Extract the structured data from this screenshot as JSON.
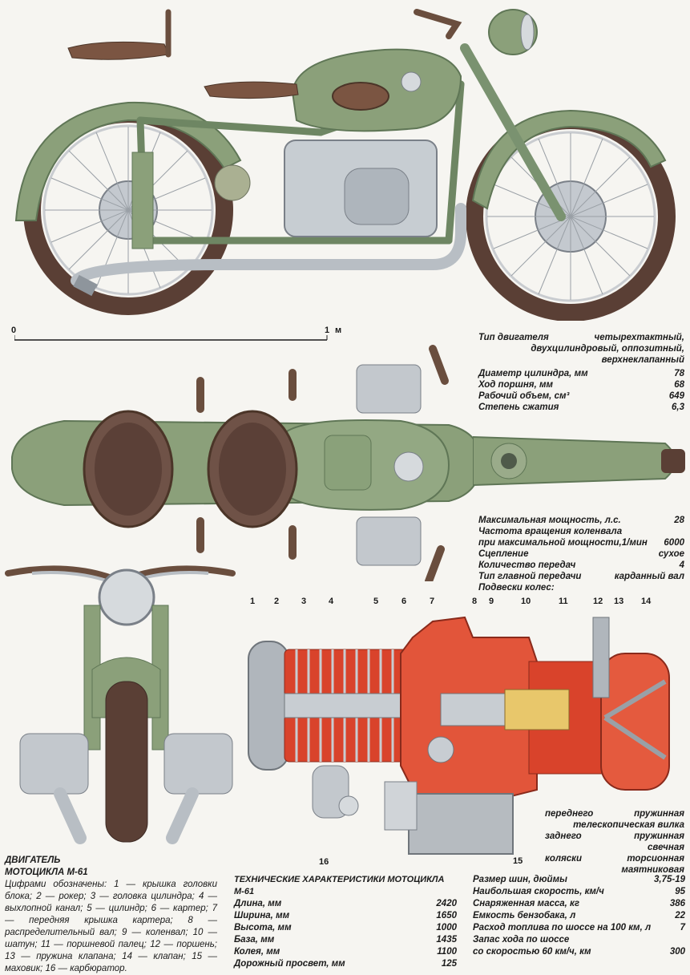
{
  "scale": {
    "zero": "0",
    "one": "1",
    "unit": "м"
  },
  "engine_specs": {
    "type_label": "Тип двигателя",
    "type_line1": "четырехтактный,",
    "type_line2": "двухцилиндровый, оппозитный,",
    "type_line3": "верхнеклапанный",
    "rows": [
      {
        "k": "Диаметр цилиндра, мм",
        "v": "78"
      },
      {
        "k": "Ход поршня, мм",
        "v": "68"
      },
      {
        "k": "Рабочий объем, см³",
        "v": "649"
      },
      {
        "k": "Степень сжатия",
        "v": "6,3"
      }
    ]
  },
  "power_specs": {
    "power_k": "Максимальная мощность, л.с.",
    "power_v": "28",
    "rpm_line1": "Частота вращения коленвала",
    "rpm_k": "при максимальной мощности,1/мин",
    "rpm_v": "6000",
    "rows": [
      {
        "k": "Сцепление",
        "v": "сухое"
      },
      {
        "k": "Количество передач",
        "v": "4"
      },
      {
        "k": "Тип главной передачи",
        "v": "карданный вал"
      }
    ],
    "suspension": "Подвески колес:"
  },
  "suspension": {
    "front_k": "переднего",
    "front_v": "пружинная",
    "front_2": "телескопическая вилка",
    "rear_k": "заднего",
    "rear_v": "пружинная",
    "rear_2": "свечная",
    "side_k": "коляски",
    "side_v": "торсионная",
    "side_2": "маятниковая"
  },
  "engine_numbers": {
    "top": [
      "1",
      "2",
      "3",
      "4",
      "5",
      "6",
      "7",
      "8",
      "9",
      "10",
      "11",
      "12",
      "13",
      "14"
    ],
    "bottom_16": "16",
    "bottom_15": "15"
  },
  "legend": {
    "title1": "ДВИГАТЕЛЬ",
    "title2": "МОТОЦИКЛА М-61",
    "text": "Цифрами обозначены: 1 — крышка головки блока; 2 — рокер; 3 — головка цилиндра; 4 — выхлопной канал; 5 — цилиндр; 6 — картер; 7 — передняя крышка картера; 8 — распределительный вал; 9 — коленвал; 10 — шатун; 11 — поршневой палец; 12 — поршень; 13 — пружина клапана; 14 — клапан; 15 — маховик; 16 — карбюратор."
  },
  "tech": {
    "title": "ТЕХНИЧЕСКИЕ ХАРАКТЕРИСТИКИ МОТОЦИКЛА М-61",
    "rows": [
      {
        "k": "Длина, мм",
        "v": "2420"
      },
      {
        "k": "Ширина, мм",
        "v": "1650"
      },
      {
        "k": "Высота, мм",
        "v": "1000"
      },
      {
        "k": "База, мм",
        "v": "1435"
      },
      {
        "k": "Колея, мм",
        "v": "1100"
      },
      {
        "k": "Дорожный просвет, мм",
        "v": "125"
      }
    ]
  },
  "perf": {
    "rows": [
      {
        "k": "Размер шин, дюймы",
        "v": "3,75-19"
      },
      {
        "k": "Наибольшая скорость, км/ч",
        "v": "95"
      },
      {
        "k": "Снаряженная масса, кг",
        "v": "386"
      },
      {
        "k": "Емкость бензобака, л",
        "v": "22"
      },
      {
        "k": "Расход топлива по шоссе на 100 км, л",
        "v": "7"
      }
    ],
    "range_line1": "Запас хода по шоссе",
    "range_k": "со скоростью 60 км/ч, км",
    "range_v": "300"
  },
  "colors": {
    "green": "#8ba07a",
    "green_dark": "#5f7656",
    "red": "#d9432b",
    "tire": "#5a3f35"
  }
}
